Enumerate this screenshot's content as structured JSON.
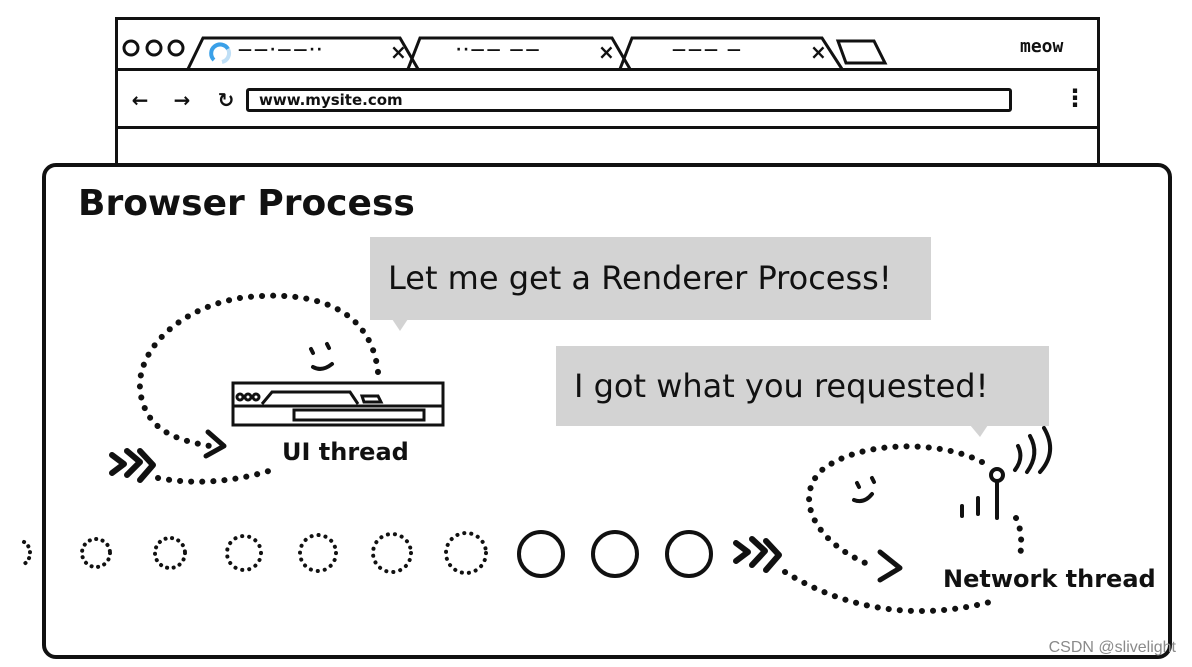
{
  "window": {
    "url": "www.mysite.com",
    "label": "meow",
    "tabs": [
      {
        "title": "——·——··",
        "close": "×"
      },
      {
        "title": "··—— ——",
        "close": "×"
      },
      {
        "title": "——— —",
        "close": "×"
      }
    ],
    "nav": {
      "back": "←",
      "forward": "→",
      "reload": "↻",
      "menu": "⋮"
    }
  },
  "panel": {
    "title": "Browser Process",
    "bubbles": [
      "Let me get a Renderer Process!",
      "I got what you requested!"
    ],
    "threads": {
      "ui": "UI thread",
      "network": "Network thread"
    }
  },
  "watermark": "CSDN @slivelight"
}
